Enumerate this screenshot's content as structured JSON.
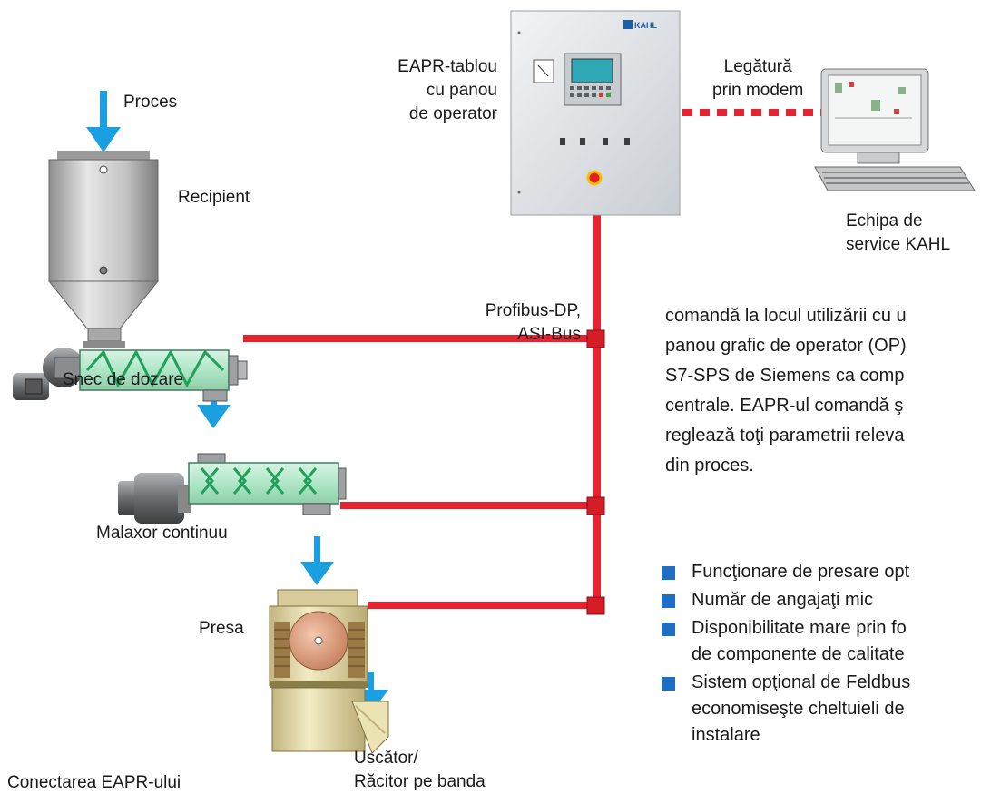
{
  "labels": {
    "proces": "Proces",
    "recipient": "Recipient",
    "snec": "Snec de dozare",
    "malaxor": "Malaxor continuu",
    "presa": "Presa",
    "uscator_1": "Uscător/",
    "uscator_2": "Răcitor pe banda",
    "conectarea": "Conectarea EAPR-ului",
    "eapr_1": "EAPR-tablou",
    "eapr_2": "cu panou",
    "eapr_3": "de operator",
    "legatura_1": "Legătură",
    "legatura_2": "prin modem",
    "echipa_1": "Echipa de",
    "echipa_2": "service KAHL",
    "profibus_1": "Profibus-DP,",
    "profibus_2": "ASI-Bus",
    "kahl_logo": "KAHL"
  },
  "body_text": [
    "comandă la locul utilizării cu u",
    "panou grafic de operator (OP)",
    "S7-SPS de Siemens ca comp",
    "centrale. EAPR-ul comandă ş",
    "reglează toţi parametrii releva",
    "din proces."
  ],
  "bullets": [
    {
      "lines": [
        "Funcţionare de presare opt"
      ]
    },
    {
      "lines": [
        "Număr de angajaţi mic"
      ]
    },
    {
      "lines": [
        "Disponibilitate mare prin fo",
        "de componente de calitate"
      ]
    },
    {
      "lines": [
        "Sistem opţional de Feldbus",
        "economiseşte cheltuieli de",
        "instalare"
      ]
    }
  ],
  "colors": {
    "bus_line": "#e8232f",
    "modem_link": "#e8232f",
    "flow_arrow": "#1aa0e0",
    "bullet": "#1c6fc4",
    "screw": "#6fd3a6"
  }
}
